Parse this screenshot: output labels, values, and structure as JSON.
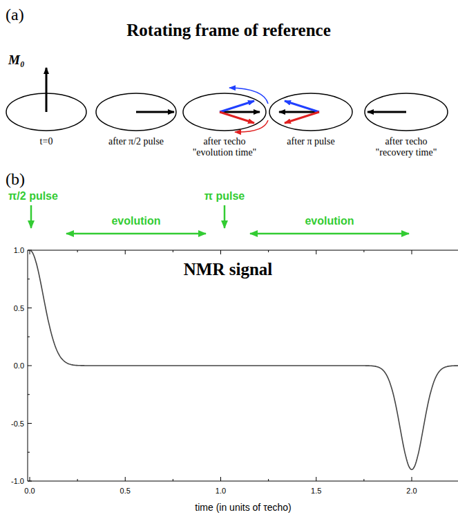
{
  "diagram": {
    "labels": [
      "(a)",
      "Rotating frame of reference",
      "M₀",
      "t=0",
      "after π/2 pulse",
      "after τecho \"evolution time\"",
      "after π pulse",
      "after τecho \"recovery time\"",
      "(b)",
      "π/2 pulse",
      "evolution",
      "π pulse",
      "evolution",
      "NMR signal",
      "1.0",
      "0.5",
      "0.0",
      "-0.5",
      "-1.0",
      "0.0",
      "0.5",
      "1.0",
      "1.5",
      "2.0",
      "time (in units of τecho)"
    ]
  }
}
